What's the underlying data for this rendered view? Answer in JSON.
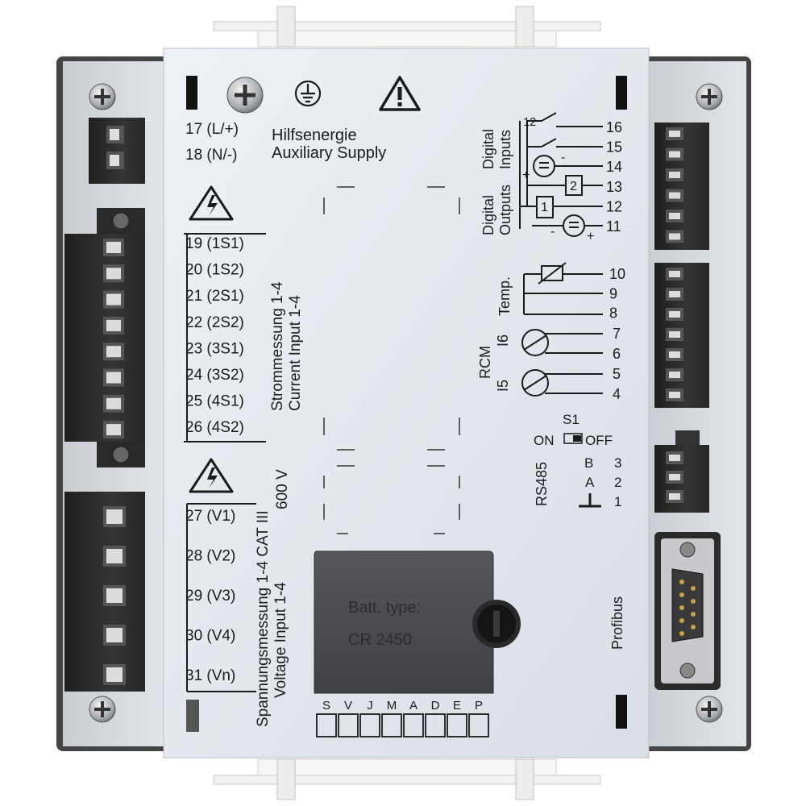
{
  "supply": {
    "t17": "17 (L/+)",
    "t18": "18 (N/-)",
    "title_de": "Hilfsenergie",
    "title_en": "Auxiliary Supply"
  },
  "current": {
    "terminals": [
      "19 (1S1)",
      "20 (1S2)",
      "21 (2S1)",
      "22 (2S2)",
      "23 (3S1)",
      "24 (3S2)",
      "25 (4S1)",
      "26 (4S2)"
    ],
    "title_de": "Strommessung 1-4",
    "title_en": "Current Input 1-4"
  },
  "voltage": {
    "terminals": [
      "27 (V1)",
      "28 (V2)",
      "29 (V3)",
      "30 (V4)",
      "31 (Vn)"
    ],
    "title_de": "Spannungsmessung 1-4 CAT III",
    "title_en": "Voltage Input 1-4",
    "rating": "600 V"
  },
  "digital": {
    "outputs_label": "Digital Outputs",
    "inputs_label": "Digital Inputs",
    "out1_part": "Digital",
    "out2_part": "Outputs",
    "in1_part": "Digital",
    "in2_part": "Inputs",
    "symbol_1": "1",
    "symbol_2": "2",
    "terminals": [
      "16",
      "15",
      "14",
      "13",
      "12",
      "11"
    ]
  },
  "temp": {
    "label": "Temp.",
    "terminals": [
      "10",
      "9",
      "8"
    ]
  },
  "rcm": {
    "label": "RCM",
    "i5": "I5",
    "i6": "I6",
    "terminals": [
      "7",
      "6",
      "5",
      "4"
    ]
  },
  "switch": {
    "name": "S1",
    "on": "ON",
    "off": "OFF"
  },
  "rs485": {
    "label": "RS485",
    "b": "B",
    "a": "A",
    "terminals": [
      "3",
      "2",
      "1"
    ]
  },
  "profibus": {
    "label": "Profibus"
  },
  "battery": {
    "line1": "Batt. type:",
    "line2": "CR 2450"
  },
  "leds": [
    "S",
    "V",
    "J",
    "M",
    "A",
    "D",
    "E",
    "P"
  ],
  "colors": {
    "plate": "#e4e8ee",
    "connector": "#2b2b2b",
    "frame": "#3a3a3a",
    "battery_cover": "#4a4c51",
    "text": "#1b1b1b"
  }
}
